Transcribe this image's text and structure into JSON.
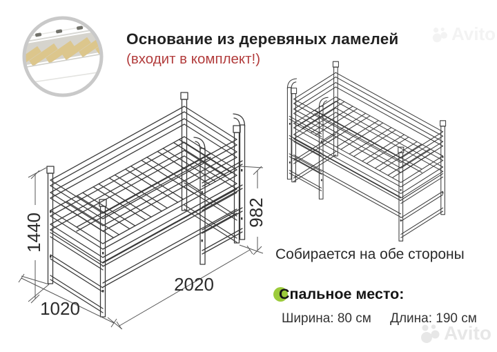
{
  "header": {
    "title": "Основание из деревяных ламелей",
    "subtitle": "(входит в комплект!)"
  },
  "dims": {
    "height": "1440",
    "width": "1020",
    "length": "2020",
    "upper": "982"
  },
  "captions": {
    "assemble": "Собирается на обе стороны"
  },
  "sleeping": {
    "label": "Спальное место:",
    "width": "Ширина: 80 см",
    "length": "Длина: 190 см"
  },
  "watermark": {
    "brand": "Avito"
  },
  "colors": {
    "accent_red": "#b23c3c",
    "accent_green": "#9ccb3b",
    "drawing_line": "#3a3a3a",
    "dimension_line": "#555555",
    "slat_tan": "#dcc68c",
    "watermark_gray": "#e7e7e7",
    "inset_ring_gray": "#c9c9c9"
  }
}
